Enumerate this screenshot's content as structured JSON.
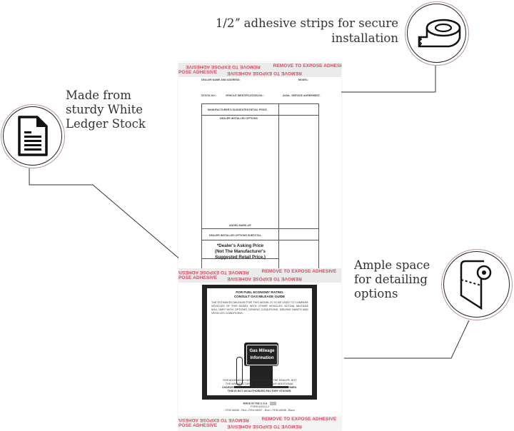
{
  "callouts": {
    "ledger": {
      "icon": "document-icon",
      "lines": [
        "Made from",
        "sturdy White",
        "Ledger Stock"
      ]
    },
    "adhesive": {
      "icon": "tape-roll-icon",
      "lines": [
        "1/2ˮ adhesive strips for secure",
        "installation"
      ]
    },
    "space": {
      "icon": "paper-roll-icon",
      "lines": [
        "Ample space",
        "for detailing",
        "options"
      ]
    }
  },
  "colors": {
    "ring_outer": "#bb9999",
    "adhesive_text": "#e06a7a",
    "strip_bg": "#ebebeb",
    "ink": "#222222"
  },
  "sticker": {
    "strip_texts": {
      "upside": "REMOVE TO EXPOSE ADHESIVE",
      "normal": "REMOVE TO EXPOSE ADHESIVE",
      "partial_left": "POSE ADHESIVE"
    },
    "header": {
      "dealer_name": "DEALER NAME AND ADDRESS:",
      "model": "MODEL:",
      "stock_no": "STOCK NO.:",
      "vin": "VEHICLE IDENTIFICATION NO.:",
      "service": "AVAIL. SERVICE AGREEMENT:"
    },
    "table": {
      "msrp": "MANUFACTURER'S SUGGESTED RETAIL PRICE",
      "options": "DEALER INSTALLED OPTIONS",
      "markup": "ADDED MARK-UP",
      "subtotal": "DEALER INSTALLED OPTIONS SUBTOTAL",
      "asking": [
        "*Dealer's Asking Price",
        "(Not The Manufacturer's",
        "Suggested Retail Price.)"
      ]
    },
    "gas_box": {
      "title_lines": [
        "FOR FUEL ECONOMY RATING",
        "CONSULT GAS MILEAGE GUIDE"
      ],
      "paragraph": "THE ESTIMATED MILEAGE FOR THIS MODEL IS TO BE USED TO COMPARE VEHICLES OF THIS MODEL WITH OTHER VEHICLES. ACTUAL MILEAGE WILL VARY WITH OPTIONS, DRIVING CONDITIONS, DRIVING HABITS AND VEHICLES CONDITIONS.",
      "sign_lines": [
        "Gas Mileage",
        "Information"
      ],
      "footer_lines": [
        "THIS ADDENDUM HAS BEEN ADDED BY THE DEALER, NOT",
        "THE MANUFACTURER, TO REFLECT ANY ADDITIONAL",
        "CHARGES FOR ITEMS ADDED OR SERVICES PERFORMED.",
        "THIS IS NOT AN AUTHORIZED FACTORY STICKER."
      ]
    },
    "footer": {
      "made_in": "MADE IN THE U.S.A.",
      "form": "FORM #400-0-2",
      "items": "ITEM #6056 - Red  •  ITEM #6057 - Blue  •  ITEM #6058 - Black"
    }
  }
}
